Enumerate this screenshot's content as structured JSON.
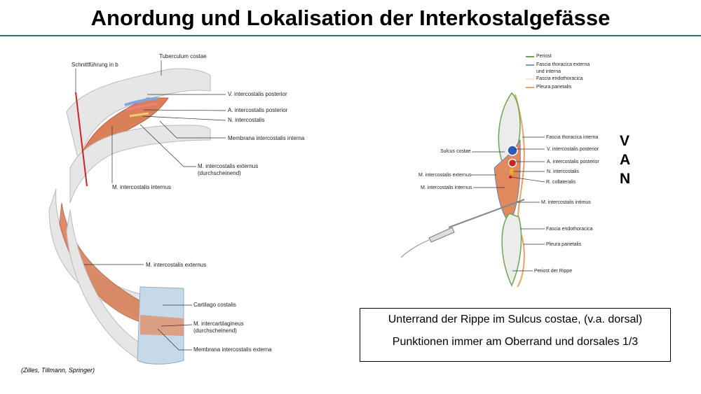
{
  "title": "Anordung und Lokalisation der Interkostalgefässe",
  "left_figure": {
    "labels": {
      "schnitt": "Schnittführung in b",
      "tuberculum": "Tuberculum costae",
      "v_post": "V. intercostalis posterior",
      "a_post": "A. intercostalis posterior",
      "n_ic": "N. intercostalis",
      "membrana_interna": "Membrana intercostalis interna",
      "ext_durch_1": "M. intercostalis externus",
      "ext_durch_2": "(durchscheinend)",
      "internus": "M. intercostalis internus",
      "externus": "M. intercostalis externus",
      "cartilago": "Cartilago costalis",
      "intercart_1": "M. intercartilagineus",
      "intercart_2": "(durchscheinend)",
      "membrana_externa": "Membrana intercostalis externa"
    }
  },
  "right_figure": {
    "legend": [
      {
        "label": "Periost",
        "color": "#6aa84f"
      },
      {
        "label": "Fascia thoracica externa und interna",
        "color": "#4a78c2"
      },
      {
        "label": "Fascia endothoracica",
        "color": "#f7e3d4"
      },
      {
        "label": "Pleura parietalis",
        "color": "#f0a060"
      }
    ],
    "labels": {
      "fascia_thor_int": "Fascia thoracica interna",
      "v_post": "V. intercostalis posterior",
      "a_post": "A. intercostalis posterior",
      "n_ic": "N. intercostalis",
      "r_coll": "R. collateralis",
      "sulcus": "Sulcus costae",
      "externus": "M. intercostalis externus",
      "internus": "M. intercostalis internus",
      "intimus": "M. intercostalis intimus",
      "fascia_endo": "Fascia endothoracica",
      "pleura": "Pleura parietalis",
      "periost_rippe": "Periost der Rippe"
    }
  },
  "van": [
    "V",
    "A",
    "N"
  ],
  "note": {
    "line1": "Unterrand der Rippe im Sulcus costae, (v.a. dorsal)",
    "line2": "Punktionen immer am Oberrand und dorsales 1/3"
  },
  "citation": "(Zilles, Tillmann, Springer)"
}
